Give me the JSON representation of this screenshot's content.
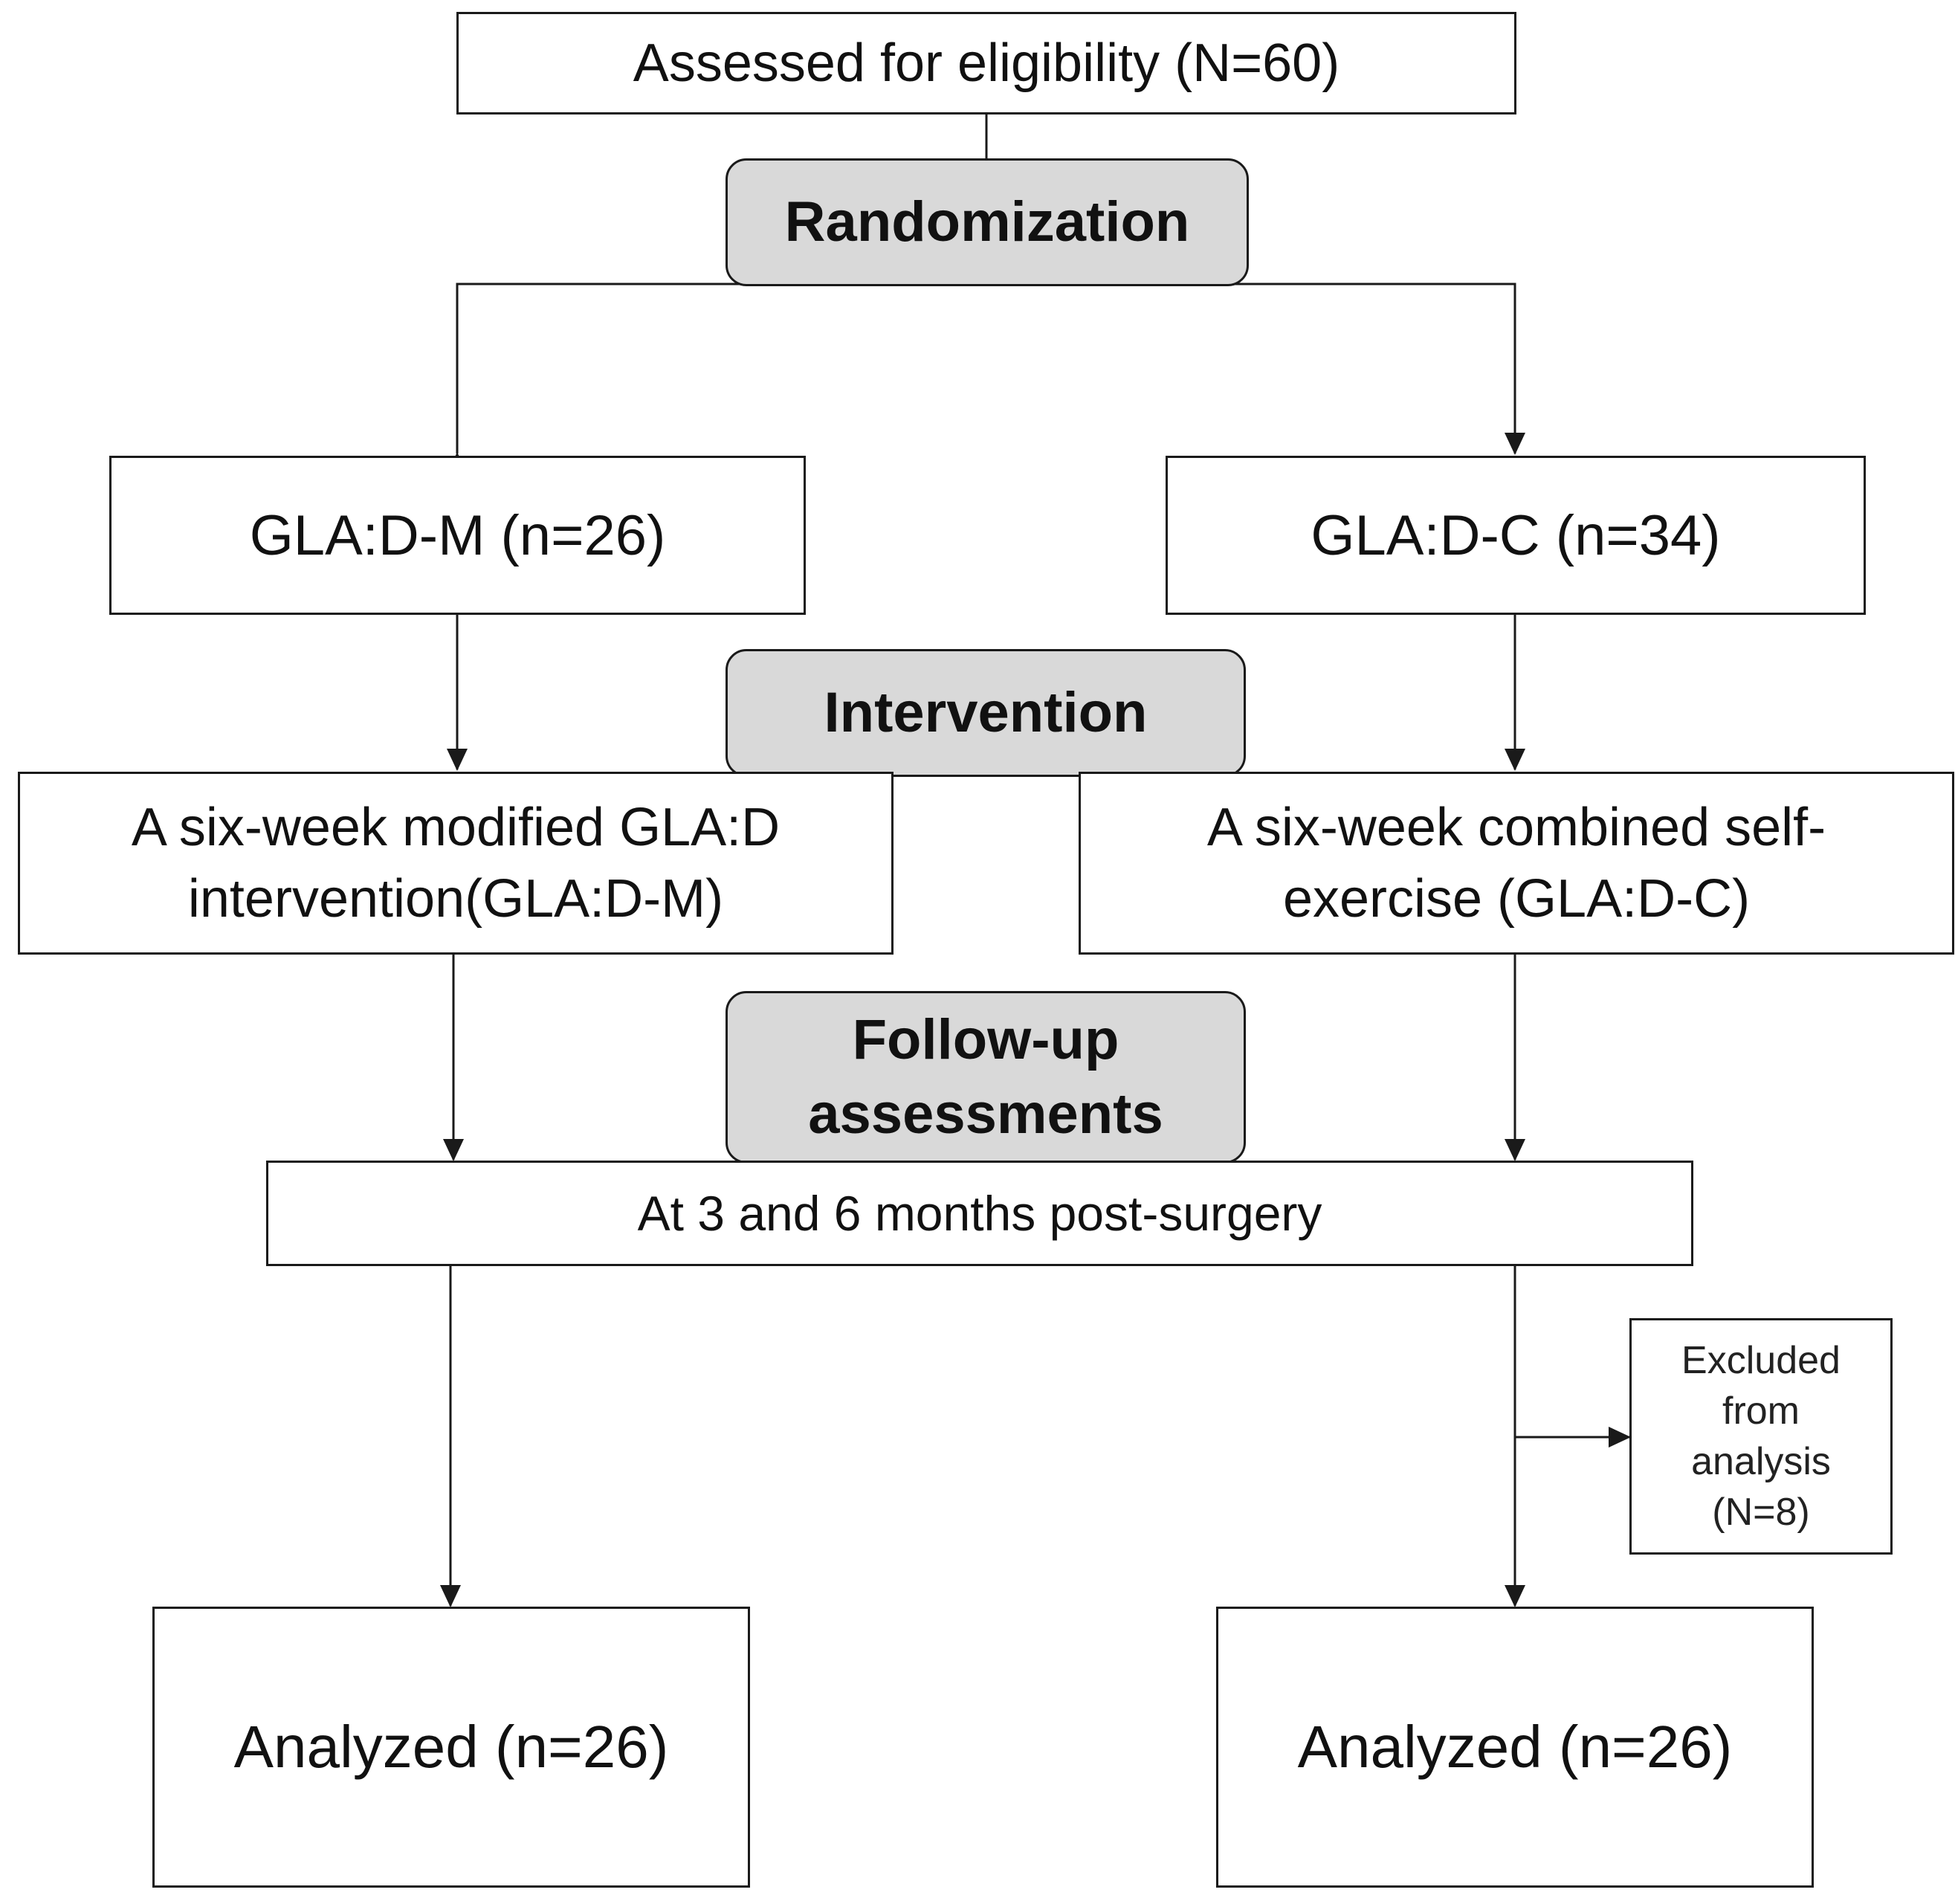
{
  "diagram": {
    "eligibility": "Assessed for eligibility (N=60)",
    "randomization": "Randomization",
    "group_m": "GLA:D-M (n=26)",
    "group_c": "GLA:D-C (n=34)",
    "intervention": "Intervention",
    "intervention_m": [
      "A six-week modified GLA:D",
      "intervention(GLA:D-M)"
    ],
    "intervention_c": [
      "A six-week combined self-",
      "exercise (GLA:D-C)"
    ],
    "follow_up": [
      "Follow-up",
      "assessments"
    ],
    "follow_up_timing": "At 3 and 6 months post-surgery",
    "excluded": [
      "Excluded",
      "from",
      "analysis",
      "(N=8)"
    ],
    "analyzed_m": "Analyzed (n=26)",
    "analyzed_c": "Analyzed (n=26)"
  }
}
